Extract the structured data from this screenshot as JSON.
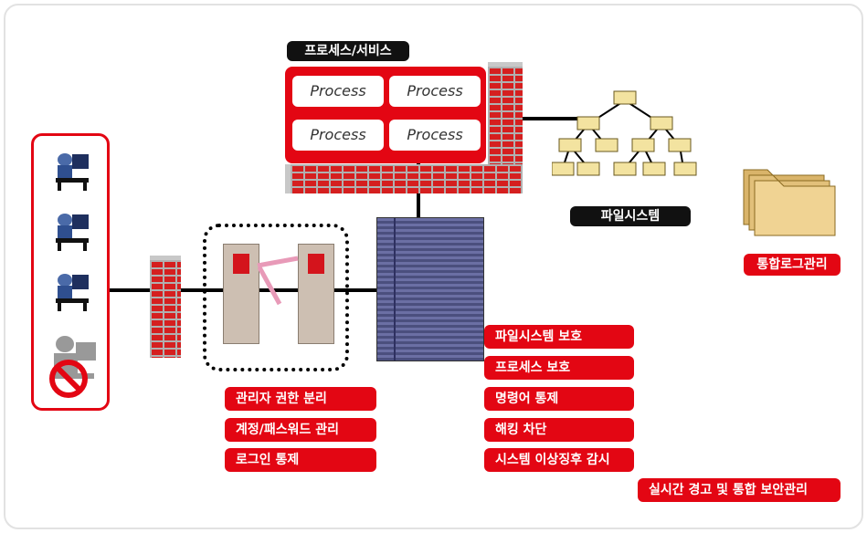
{
  "top_label": "프로세스/서비스",
  "processes": [
    "Process",
    "Process",
    "Process",
    "Process"
  ],
  "filesystem_label": "파일시스템",
  "log_label": "통합로그관리",
  "gate_features": [
    "관리자 권한 분리",
    "계정/패스워드 관리",
    "로그인 통제"
  ],
  "server_features": [
    "파일시스템 보호",
    "프로세스 보호",
    "명령어 통제",
    "해킹 차단",
    "시스템 이상징후 감시"
  ],
  "bottom_label": "실시간 경고 및 통합 보안관리"
}
